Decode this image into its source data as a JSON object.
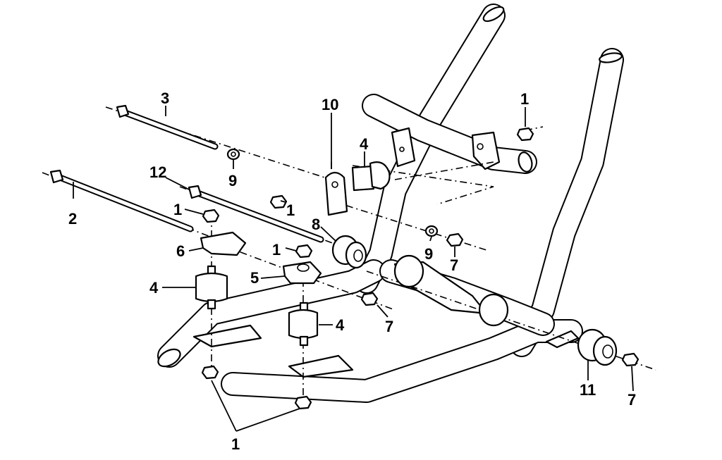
{
  "diagram": {
    "callouts": {
      "c1_top": "1",
      "c1_mid_left": "1",
      "c1_left_nut": "1",
      "c1_center": "1",
      "c1_bottom": "1",
      "c2": "2",
      "c3": "3",
      "c4_upper": "4",
      "c4_left": "4",
      "c4_center": "4",
      "c5": "5",
      "c6": "6",
      "c7_right": "7",
      "c7_center": "7",
      "c7_far_right": "7",
      "c8": "8",
      "c9_left": "9",
      "c9_right": "9",
      "c10": "10",
      "c11": "11",
      "c12": "12"
    }
  }
}
